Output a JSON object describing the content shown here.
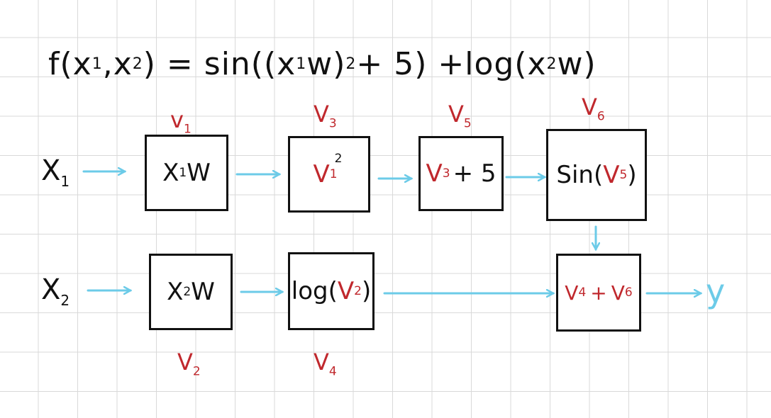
{
  "formula": {
    "fname": "f",
    "x": "x",
    "sub1": "1",
    "sub2": "2",
    "eq_sin": ") = sin((",
    "w": "w",
    "exp": "2",
    "plus5": "+ 5) +",
    "log": "log(",
    "end": ")"
  },
  "inputs": {
    "x1_base": "X",
    "x1_sub": "1",
    "x2_base": "X",
    "x2_sub": "2"
  },
  "output": "y",
  "nodes": {
    "n1": {
      "x": "X",
      "sub": "1",
      "w": "W",
      "label_base": "v",
      "label_sub": "1"
    },
    "n2": {
      "x": "X",
      "sub": "2",
      "w": "W",
      "label_base": "V",
      "label_sub": "2"
    },
    "n3": {
      "v": "V",
      "sub": "1",
      "exp": "2",
      "label_base": "V",
      "label_sub": "3"
    },
    "n4": {
      "fn": "log(",
      "v": "V",
      "sub": "2",
      "close": ")",
      "label_base": "V",
      "label_sub": "4"
    },
    "n5": {
      "v": "V",
      "sub": "3",
      "plus": "+ 5",
      "label_base": "V",
      "label_sub": "5"
    },
    "n6": {
      "fn": "Sin(",
      "v": "V",
      "sub": "5",
      "close": ")",
      "label_base": "V",
      "label_sub": "6"
    },
    "n7": {
      "v1": "V",
      "sub1": "4",
      "plus": "+",
      "v2": "V",
      "sub2": "6"
    }
  },
  "colors": {
    "arrow": "#6ccbe8",
    "label": "#c0282d",
    "ink": "#111111",
    "grid": "#d9d9d9"
  }
}
